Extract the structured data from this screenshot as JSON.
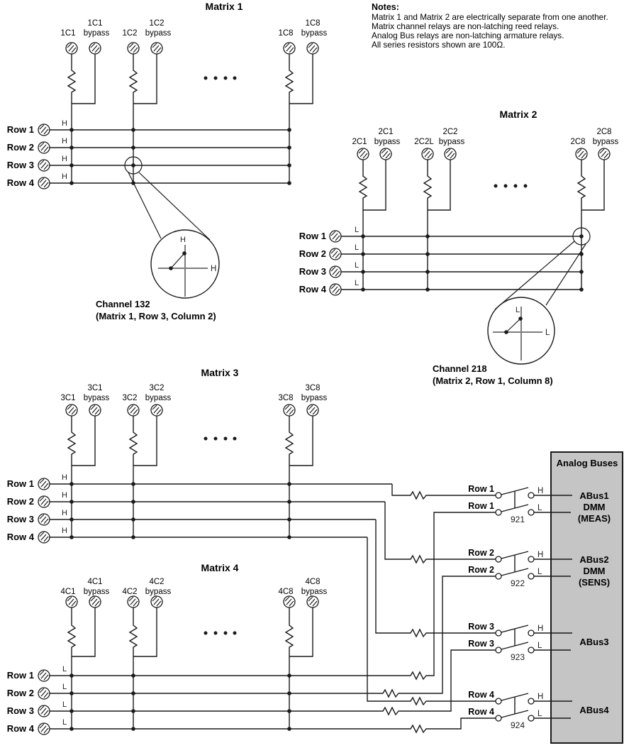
{
  "notes": {
    "title": "Notes:",
    "lines": [
      "Matrix 1 and Matrix 2 are electrically separate from one another.",
      "Matrix channel relays are non-latching reed relays.",
      "Analog Bus relays are non-latching armature relays.",
      "All series resistors shown are 100Ω."
    ]
  },
  "matrices": {
    "m1": {
      "title": "Matrix 1",
      "wire": "H",
      "rows": [
        "Row 1",
        "Row 2",
        "Row 3",
        "Row 4"
      ],
      "cols": [
        {
          "label": "1C1",
          "byp1": "1C1",
          "byp2": "bypass"
        },
        {
          "label": "1C2",
          "byp1": "1C2",
          "byp2": "bypass"
        },
        {
          "label": "1C8",
          "byp1": "1C8",
          "byp2": "bypass"
        }
      ]
    },
    "m2": {
      "title": "Matrix 2",
      "wire": "L",
      "rows": [
        "Row 1",
        "Row 2",
        "Row 3",
        "Row 4"
      ],
      "cols": [
        {
          "label": "2C1",
          "byp1": "2C1",
          "byp2": "bypass"
        },
        {
          "label": "2C2L",
          "byp1": "2C2",
          "byp2": "bypass"
        },
        {
          "label": "2C8",
          "byp1": "2C8",
          "byp2": "bypass"
        }
      ]
    },
    "m3": {
      "title": "Matrix 3",
      "wire": "H",
      "rows": [
        "Row 1",
        "Row 2",
        "Row 3",
        "Row 4"
      ],
      "cols": [
        {
          "label": "3C1",
          "byp1": "3C1",
          "byp2": "bypass"
        },
        {
          "label": "3C2",
          "byp1": "3C2",
          "byp2": "bypass"
        },
        {
          "label": "3C8",
          "byp1": "3C8",
          "byp2": "bypass"
        }
      ]
    },
    "m4": {
      "title": "Matrix 4",
      "wire": "L",
      "rows": [
        "Row 1",
        "Row 2",
        "Row 3",
        "Row 4"
      ],
      "cols": [
        {
          "label": "4C1",
          "byp1": "4C1",
          "byp2": "bypass"
        },
        {
          "label": "4C2",
          "byp1": "4C2",
          "byp2": "bypass"
        },
        {
          "label": "4C8",
          "byp1": "4C8",
          "byp2": "bypass"
        }
      ]
    }
  },
  "callouts": {
    "c1": {
      "line1": "Channel 132",
      "line2": "(Matrix 1, Row 3, Column 2)",
      "top": "H",
      "right": "H"
    },
    "c2": {
      "line1": "Channel 218",
      "line2": "(Matrix 2, Row 1, Column 8)",
      "top": "L",
      "right": "L"
    }
  },
  "bus_panel": {
    "title": "Analog Buses",
    "relays": [
      {
        "row": "Row 1",
        "row2": "Row 1",
        "h": "H",
        "l": "L",
        "id": "921",
        "bus": [
          "ABus1",
          "DMM",
          "(MEAS)"
        ]
      },
      {
        "row": "Row 2",
        "row2": "Row 2",
        "h": "H",
        "l": "L",
        "id": "922",
        "bus": [
          "ABus2",
          "DMM",
          "(SENS)"
        ]
      },
      {
        "row": "Row 3",
        "row2": "Row 3",
        "h": "H",
        "l": "L",
        "id": "923",
        "bus": [
          "ABus3"
        ]
      },
      {
        "row": "Row 4",
        "row2": "Row 4",
        "h": "H",
        "l": "L",
        "id": "924",
        "bus": [
          "ABus4"
        ]
      }
    ]
  },
  "colors": {
    "panel_fill": "#c5c5c5",
    "line": "#1a1a1a",
    "gray_line": "#7d7d7d"
  }
}
